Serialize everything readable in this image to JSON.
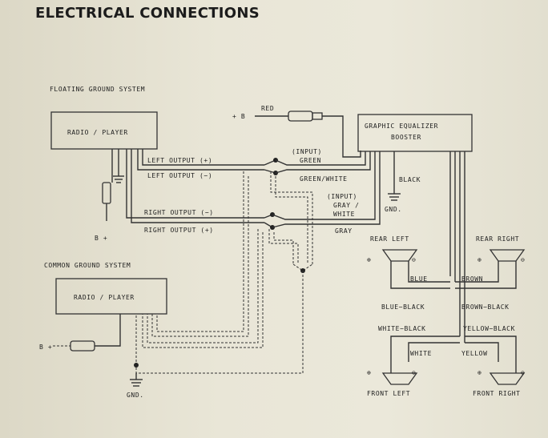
{
  "title": "ELECTRICAL CONNECTIONS",
  "floating_system": "FLOATING GROUND SYSTEM",
  "common_system": "COMMON GROUND SYSTEM",
  "radio_label_top": "RADIO / PLAYER",
  "radio_label_bottom": "RADIO / PLAYER",
  "equalizer_line1": "GRAPHIC EQUALIZER",
  "equalizer_line2": "BOOSTER",
  "plus_b": "+ B",
  "red": "RED",
  "b_plus_top": "B +",
  "b_plus_bottom": "B +",
  "gnd_eq": "GND.",
  "gnd_bottom": "GND.",
  "black": "BLACK",
  "left_output_plus": "LEFT OUTPUT (+)",
  "left_output_minus": "LEFT OUTPUT (−)",
  "right_output_minus": "RIGHT OUTPUT (−)",
  "right_output_plus": "RIGHT OUTPUT (+)",
  "input_green_1": "(INPUT)",
  "input_green_2": "GREEN",
  "green_white": "GREEN/WHITE",
  "input_gray_1": "(INPUT)",
  "input_gray_2": "GRAY /",
  "input_gray_3": "WHITE",
  "gray": "GRAY",
  "rear_left": "REAR LEFT",
  "rear_right": "REAR RIGHT",
  "front_left": "FRONT LEFT",
  "front_right": "FRONT RIGHT",
  "blue": "BLUE",
  "brown": "BROWN",
  "blue_black": "BLUE−BLACK",
  "brown_black": "BROWN−BLACK",
  "white_black": "WHITE−BLACK",
  "yellow_black": "YELLOW−BLACK",
  "white": "WHITE",
  "yellow": "YELLOW",
  "plus_sign": "⊕",
  "minus_sign": "⊖"
}
